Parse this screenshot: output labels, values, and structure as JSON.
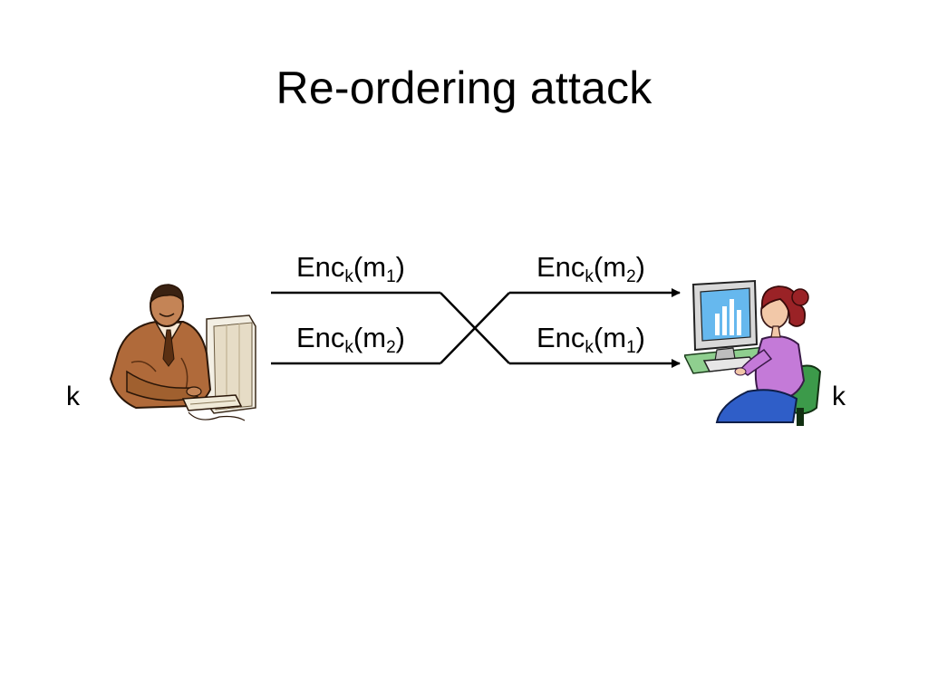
{
  "slide": {
    "title": "Re-ordering attack"
  },
  "left_party": {
    "key_label": "k",
    "icon": "businessman-at-computer"
  },
  "right_party": {
    "key_label": "k",
    "icon": "woman-at-computer"
  },
  "messages": {
    "sent_first": {
      "base": "Enc",
      "key_sub": "k",
      "open": "(m",
      "msg_sub": "1",
      "close": ")"
    },
    "sent_second": {
      "base": "Enc",
      "key_sub": "k",
      "open": "(m",
      "msg_sub": "2",
      "close": ")"
    },
    "recv_first": {
      "base": "Enc",
      "key_sub": "k",
      "open": "(m",
      "msg_sub": "2",
      "close": ")"
    },
    "recv_second": {
      "base": "Enc",
      "key_sub": "k",
      "open": "(m",
      "msg_sub": "1",
      "close": ")"
    }
  },
  "colors": {
    "background": "#ffffff",
    "text": "#000000",
    "line": "#000000"
  }
}
